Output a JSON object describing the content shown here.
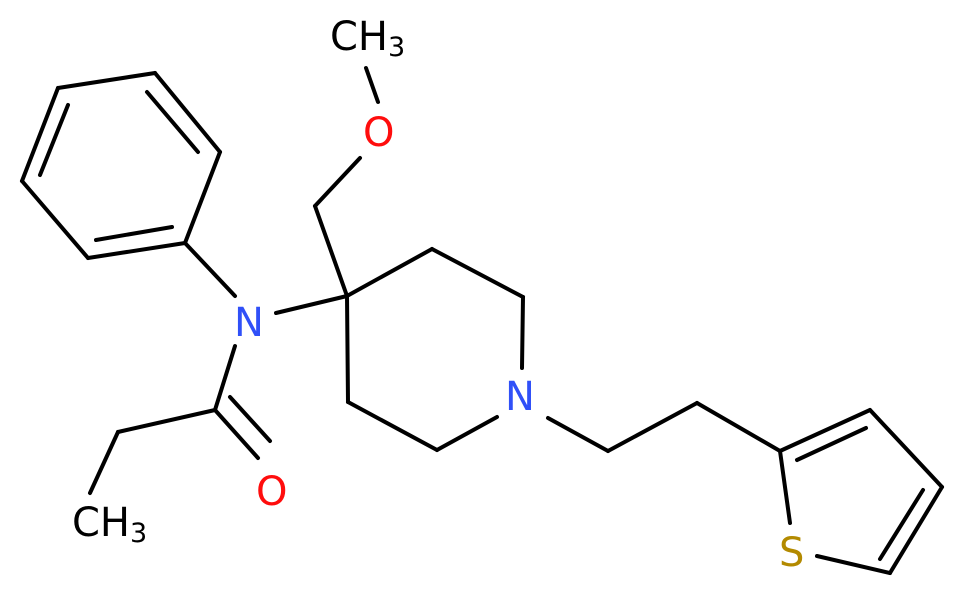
{
  "diagram": {
    "type": "skeletal-structure",
    "colors": {
      "carbon": "#000000",
      "nitrogen": "#3050F8",
      "oxygen": "#FF0D0D",
      "sulfur": "#B38A00",
      "background": "#FFFFFF"
    },
    "atoms": {
      "methoxy_c": "CH",
      "methoxy_c_sub": "3",
      "methoxy_o": "O",
      "anilide_n": "N",
      "piperidine_n": "N",
      "carbonyl_o": "O",
      "ethyl_c": "CH",
      "ethyl_c_sub": "3",
      "thiophene_s": "S"
    }
  }
}
